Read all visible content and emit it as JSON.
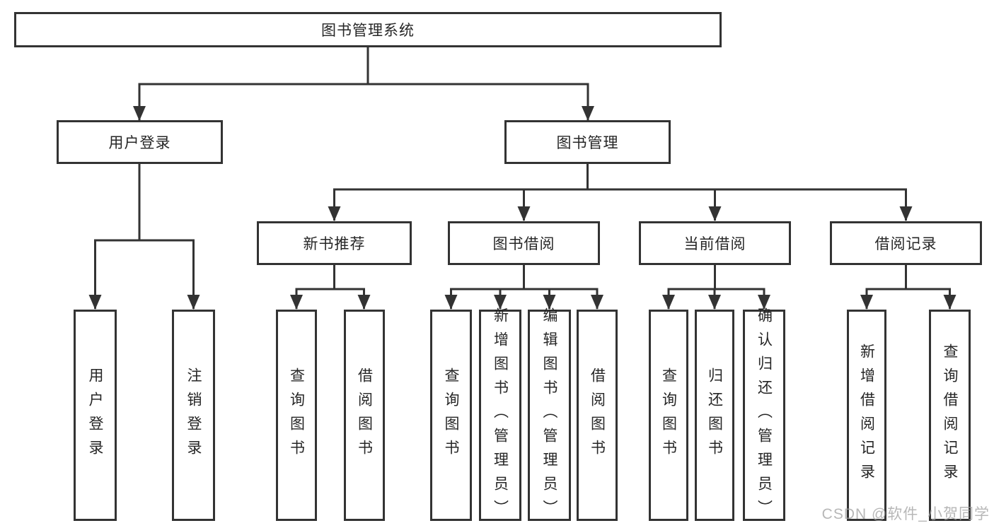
{
  "diagram": {
    "root": {
      "label": "图书管理系统",
      "children": [
        {
          "label": "用户登录",
          "children": [
            {
              "label": "用户登录"
            },
            {
              "label": "注销登录"
            }
          ]
        },
        {
          "label": "图书管理",
          "children": [
            {
              "label": "新书推荐",
              "children": [
                {
                  "label": "查询图书"
                },
                {
                  "label": "借阅图书"
                }
              ]
            },
            {
              "label": "图书借阅",
              "children": [
                {
                  "label": "查询图书"
                },
                {
                  "label": "新增图书（管理员）"
                },
                {
                  "label": "编辑图书（管理员）"
                },
                {
                  "label": "借阅图书"
                }
              ]
            },
            {
              "label": "当前借阅",
              "children": [
                {
                  "label": "查询图书"
                },
                {
                  "label": "归还图书"
                },
                {
                  "label": "确认归还（管理员）"
                }
              ]
            },
            {
              "label": "借阅记录",
              "children": [
                {
                  "label": "新增借阅记录"
                },
                {
                  "label": "查询借阅记录"
                }
              ]
            }
          ]
        }
      ]
    }
  },
  "watermark": {
    "text": "CSDN @软件_小贺同学"
  },
  "colors": {
    "line": "#333333",
    "box_border": "#333333",
    "text": "#262626",
    "watermark": "#a0a0a0",
    "background": "#ffffff"
  }
}
